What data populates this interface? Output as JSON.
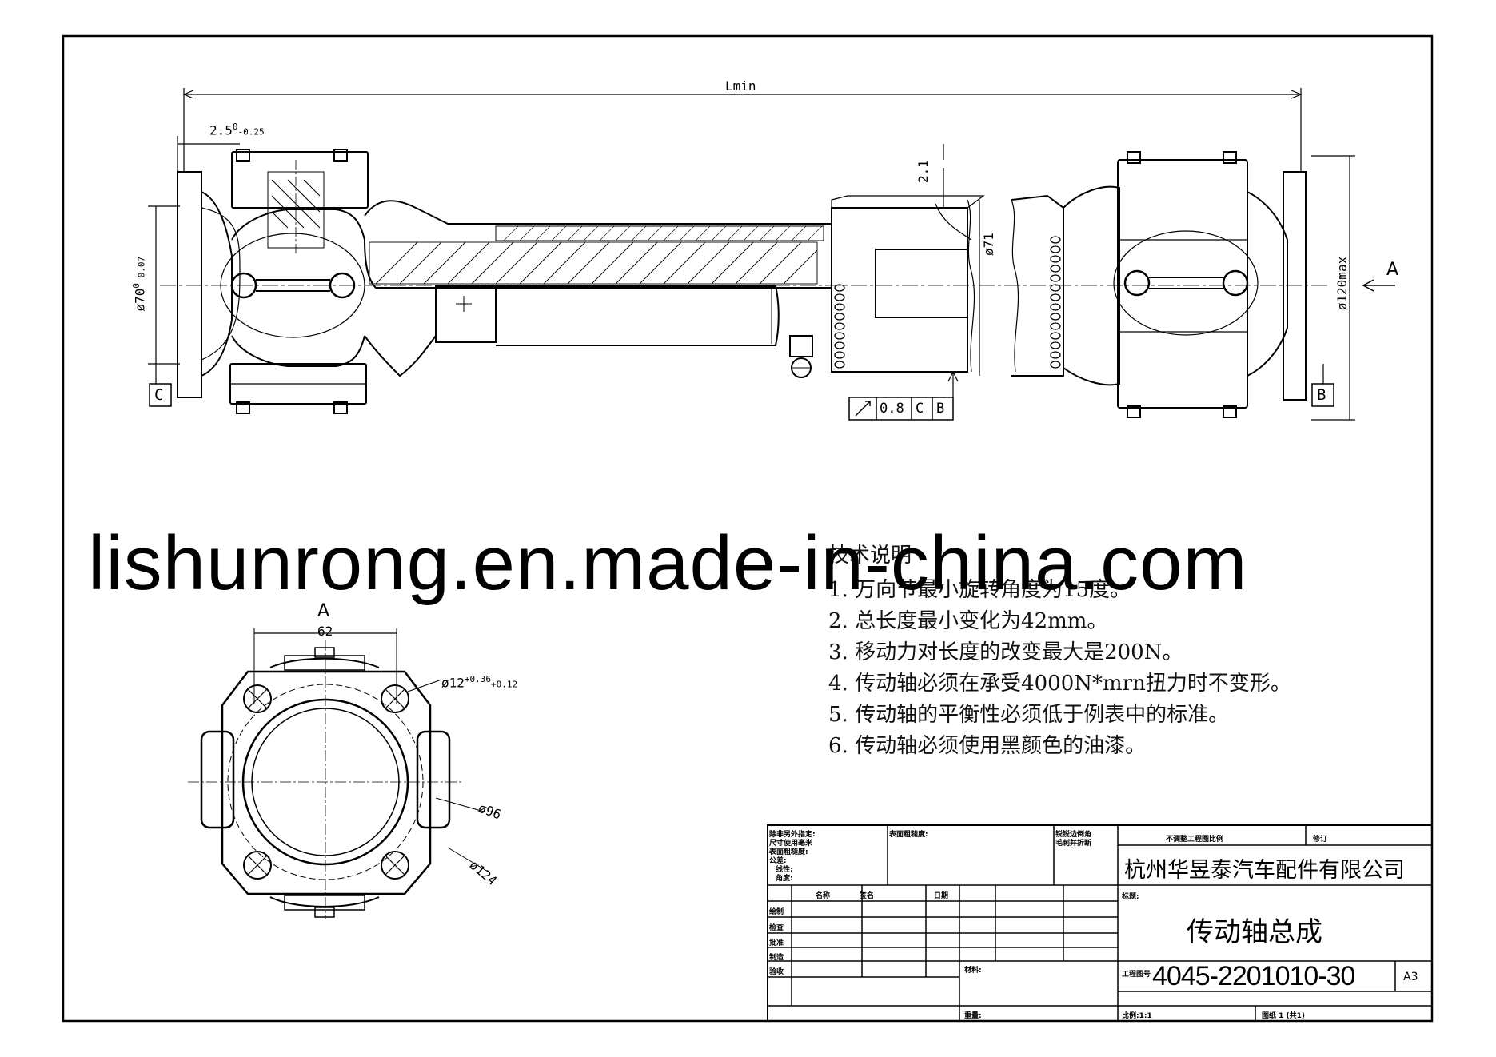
{
  "dimensions": {
    "lmin": "Lmin",
    "offset": "2.5",
    "offset_tol_upper": "0",
    "offset_tol_lower": "-0.25",
    "clearance": "2.1",
    "flange_dia": "ø70",
    "flange_tol_upper": "0",
    "flange_tol_lower": "-0.07",
    "tube_dia": "ø71",
    "max_dia": "ø120max",
    "view_label": "A",
    "datum_c": "C",
    "datum_b": "B",
    "runout_value": "0.8",
    "runout_ref_c": "C",
    "runout_ref_b": "B"
  },
  "view_a": {
    "title": "A",
    "width": "62",
    "hole_dia": "ø12",
    "hole_tol_upper": "+0.36",
    "hole_tol_lower": "+0.12",
    "bolt_circle": "ø96",
    "outer_dia": "ø124"
  },
  "technical_notes": {
    "title": "技术说明",
    "items": [
      "1.  万向节最小旋转角度为15度。",
      "2.  总长度最小变化为42mm。",
      "3.  移动力对长度的改变最大是200N。",
      "4.  传动轴必须在承受4000N*mrn扭力时不变形。",
      "5.  传动轴的平衡性必须低于例表中的标准。",
      "6.  传动轴必须使用黑颜色的油漆。"
    ]
  },
  "watermark": "lishunrong.en.made-in-china.com",
  "title_block": {
    "tol_lines": [
      "除非另外指定:",
      "尺寸使用毫米",
      "表面粗糙度:",
      "公差:",
      "线性:",
      "角度:"
    ],
    "surface_label": "表面粗糙度:",
    "edge_lines": [
      "锐锐边倒角",
      "毛刺并折断"
    ],
    "no_scale": "不调整工程图比例",
    "revision": "修订",
    "company": "杭州华昱泰汽车配件有限公司",
    "headers": [
      "名称",
      "签名",
      "日期"
    ],
    "roles": [
      "绘制",
      "检查",
      "批准",
      "制造",
      "验收"
    ],
    "title_label": "标题:",
    "title": "传动轴总成",
    "material_label": "材料:",
    "drawing_no_label": "工程图号",
    "drawing_no": "4045-2201010-30",
    "size": "A3",
    "weight_label": "重量:",
    "scale": "比例:1:1",
    "sheet": "图纸 1 (共1)"
  }
}
